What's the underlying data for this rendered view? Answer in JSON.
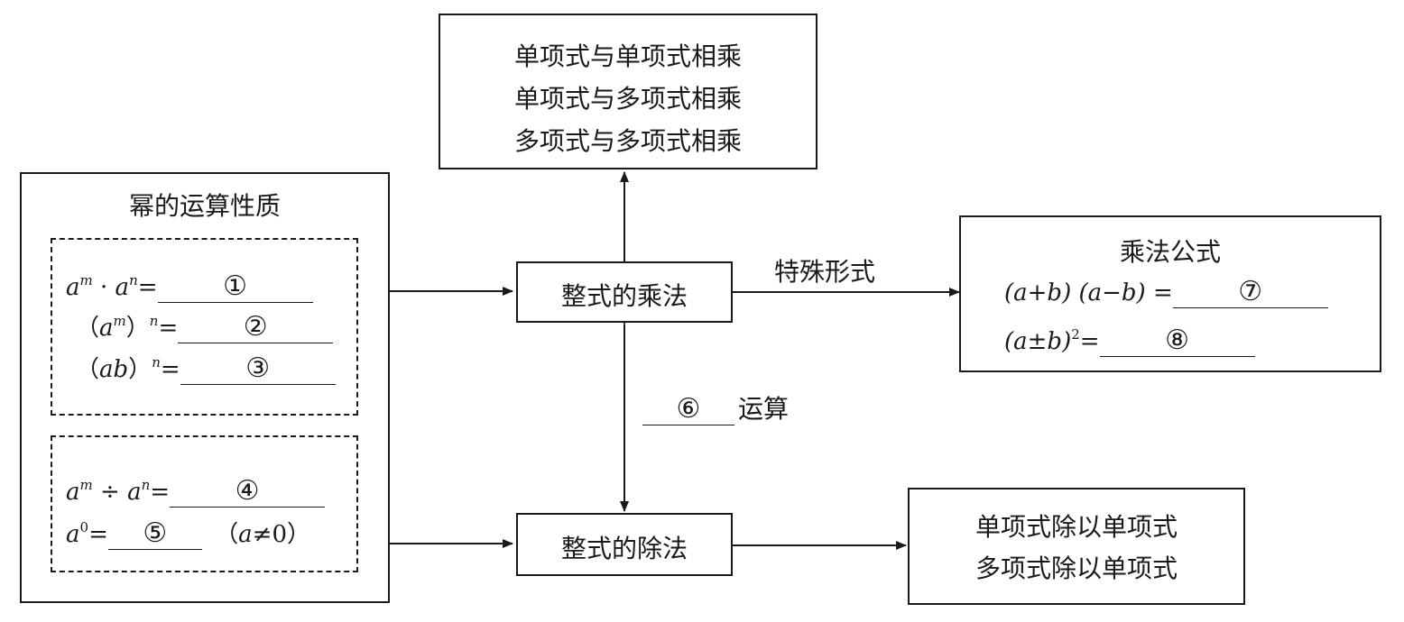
{
  "top_box": {
    "lines": [
      "单项式与单项式相乘",
      "单项式与多项式相乘",
      "多项式与多项式相乘"
    ]
  },
  "power_box": {
    "title": "幂的运算性质",
    "rule1": {
      "base1": "a",
      "exp1": "m",
      "dot": "·",
      "base2": "a",
      "exp2": "n",
      "eq": "=",
      "blank": "①"
    },
    "rule2": {
      "open": "（",
      "base": "a",
      "exp": "m",
      "close": "）",
      "outer_exp": "n",
      "eq": "=",
      "blank": "②"
    },
    "rule3": {
      "open": "（",
      "base": "ab",
      "close": "）",
      "outer_exp": "n",
      "eq": "=",
      "blank": "③"
    },
    "rule4": {
      "base1": "a",
      "exp1": "m",
      "div": "÷",
      "base2": "a",
      "exp2": "n",
      "eq": "=",
      "blank": "④"
    },
    "rule5": {
      "base": "a",
      "exp": "0",
      "eq": "=",
      "blank": "⑤",
      "cond_open": "（",
      "cond_var": "a",
      "cond_rest": "≠0",
      "cond_close": "）"
    }
  },
  "mult_box": {
    "label": "整式的乘法"
  },
  "div_box": {
    "label": "整式的除法"
  },
  "special_label": "特殊形式",
  "formula_box": {
    "title": "乘法公式",
    "f1": {
      "lhs": "(a+b) (a−b) =",
      "blank": "⑦"
    },
    "f2": {
      "lhs": "(a±b)",
      "exp": "2",
      "eq": "=",
      "blank": "⑧"
    }
  },
  "inverse": {
    "blank": "⑥",
    "label": "运算"
  },
  "div_result_box": {
    "lines": [
      "单项式除以单项式",
      "多项式除以单项式"
    ]
  }
}
